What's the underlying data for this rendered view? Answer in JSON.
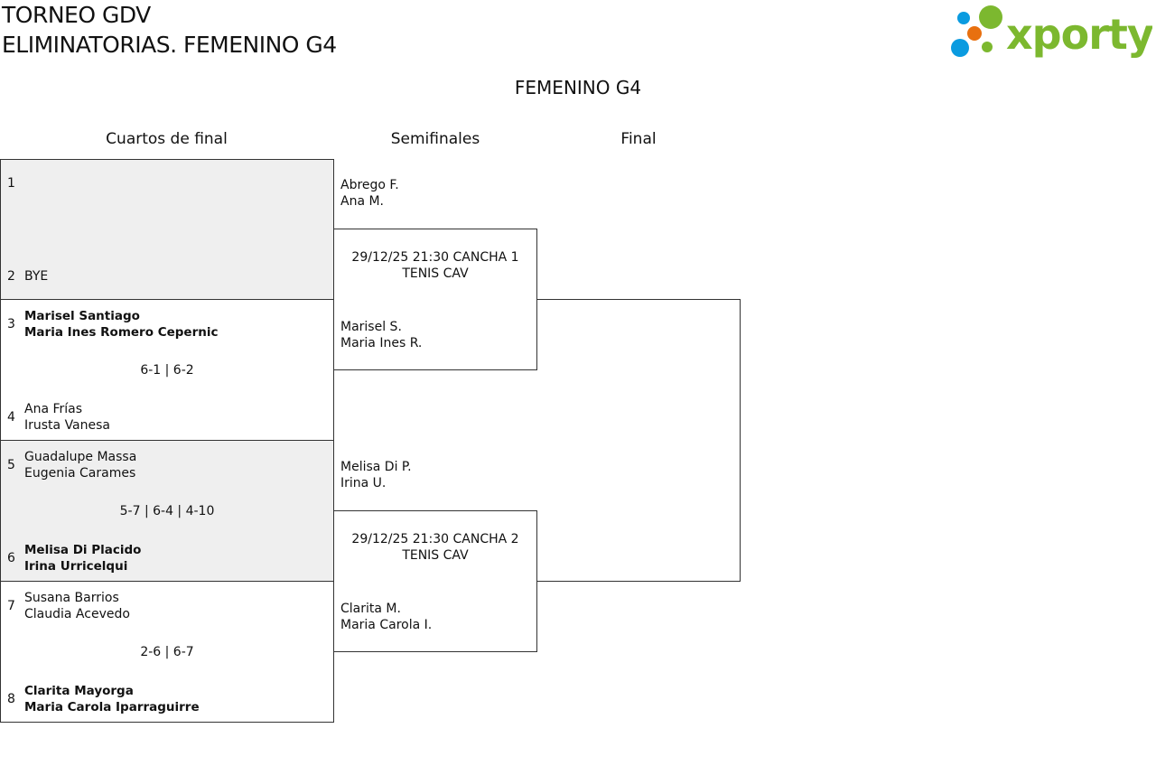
{
  "header": {
    "line1": "TORNEO GDV",
    "line2": "ELIMINATORIAS. FEMENINO G4",
    "logo_text": "xporty"
  },
  "colors": {
    "logo_green": "#7cb82f",
    "logo_blue": "#0a9be0",
    "logo_orange": "#e8700f",
    "box_gray": "#efefef"
  },
  "bracket": {
    "title": "FEMENINO G4",
    "rounds": [
      "Cuartos de final",
      "Semifinales",
      "Final"
    ],
    "quarterfinals": [
      {
        "seed_a": "1",
        "team_a": [],
        "seed_b": "2",
        "team_b": [
          "BYE"
        ],
        "score": "",
        "winner": "a"
      },
      {
        "seed_a": "3",
        "team_a": [
          "Marisel Santiago",
          "Maria Ines Romero Cepernic"
        ],
        "seed_b": "4",
        "team_b": [
          "Ana Frías",
          "Irusta Vanesa"
        ],
        "score": "6-1 | 6-2",
        "winner": "a"
      },
      {
        "seed_a": "5",
        "team_a": [
          "Guadalupe Massa",
          "Eugenia Carames"
        ],
        "seed_b": "6",
        "team_b": [
          "Melisa Di Placido",
          "Irina Urricelqui"
        ],
        "score": "5-7 | 6-4 | 4-10",
        "winner": "b"
      },
      {
        "seed_a": "7",
        "team_a": [
          "Susana Barrios",
          "Claudia Acevedo"
        ],
        "seed_b": "8",
        "team_b": [
          "Clarita Mayorga",
          "Maria Carola Iparraguirre"
        ],
        "score": "2-6 | 6-7",
        "winner": "b"
      }
    ],
    "semifinals": [
      {
        "team_a": [
          "Abrego F.",
          "Ana M."
        ],
        "schedule": [
          "29/12/25 21:30 CANCHA 1",
          "TENIS CAV"
        ],
        "team_b": [
          "Marisel S.",
          "Maria Ines R."
        ]
      },
      {
        "team_a": [
          "Melisa Di P.",
          "Irina U."
        ],
        "schedule": [
          "29/12/25 21:30 CANCHA 2",
          "TENIS CAV"
        ],
        "team_b": [
          "Clarita M.",
          "Maria Carola I."
        ]
      }
    ]
  }
}
